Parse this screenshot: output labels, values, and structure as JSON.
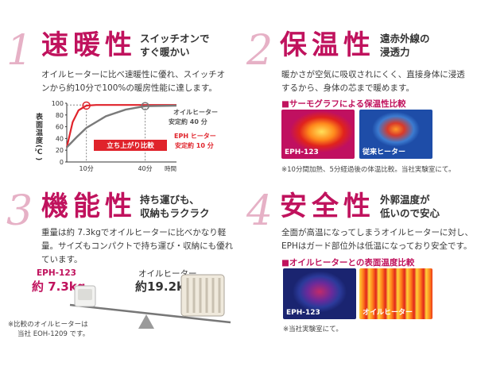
{
  "sections": [
    {
      "number": "1",
      "title": "速暖性",
      "subtitle": [
        "スイッチオンで",
        "すぐ暖かい"
      ],
      "body": "オイルヒーターに比べ速暖性に優れ、スイッチオンから約10分で100%の暖房性能に達します。"
    },
    {
      "number": "2",
      "title": "保温性",
      "subtitle": [
        "遠赤外線の",
        "浸透力"
      ],
      "body": "暖かさが空気に吸収されにくく、直接身体に浸透するから、身体の芯まで暖めます。",
      "caption": "■サーモグラフによる保温性比較",
      "images": [
        "EPH-123",
        "従来ヒーター"
      ],
      "note": "※10分間加熱、5分経過後の体温比較。当社実験室にて。"
    },
    {
      "number": "3",
      "title": "機能性",
      "subtitle": [
        "持ち運びも、",
        "収納もラクラク"
      ],
      "body": "重量は約 7.3kgでオイルヒーターに比べかなり軽量。サイズもコンパクトで持ち運び・収納にも優れています。",
      "product_a": {
        "name": "EPH-123",
        "weight": "約 7.3kg"
      },
      "product_b": {
        "name": "オイルヒーター",
        "weight": "約19.2kg"
      },
      "note": [
        "※比較のオイルヒーターは",
        "当社 EOH-1209 です。"
      ]
    },
    {
      "number": "4",
      "title": "安全性",
      "subtitle": [
        "外郭温度が",
        "低いので安心"
      ],
      "body": "全面が高温になってしまうオイルヒーターに対し、EPHはガード部位外は低温になっており安全です。",
      "caption": "■オイルヒーターとの表面温度比較",
      "images": [
        "EPH-123",
        "オイルヒーター"
      ],
      "note": "※当社実験室にて。"
    }
  ],
  "chart_data": {
    "type": "line",
    "ylabel": "表面温度(℃)",
    "xlabel": "時間",
    "y_ticks": [
      "100",
      "80",
      "60",
      "40",
      "20",
      "0"
    ],
    "x_ticks": [
      "10分",
      "40分"
    ],
    "ylim": [
      0,
      100
    ],
    "series": [
      {
        "name": "EPH",
        "color": "#e0232b",
        "x": [
          0,
          3,
          6,
          10,
          15,
          25,
          40,
          56
        ],
        "y": [
          25,
          68,
          88,
          96,
          97,
          97,
          97,
          97
        ]
      },
      {
        "name": "オイルヒーター",
        "color": "#7a7a7a",
        "x": [
          0,
          5,
          10,
          20,
          30,
          40,
          56
        ],
        "y": [
          25,
          42,
          58,
          78,
          89,
          95,
          96
        ]
      }
    ],
    "annotations": {
      "oil": [
        "オイルヒーター",
        "安定約 40 分"
      ],
      "eph": [
        "EPH ヒーター",
        "安定約 10 分"
      ],
      "rise": "立ち上がり比較"
    }
  }
}
